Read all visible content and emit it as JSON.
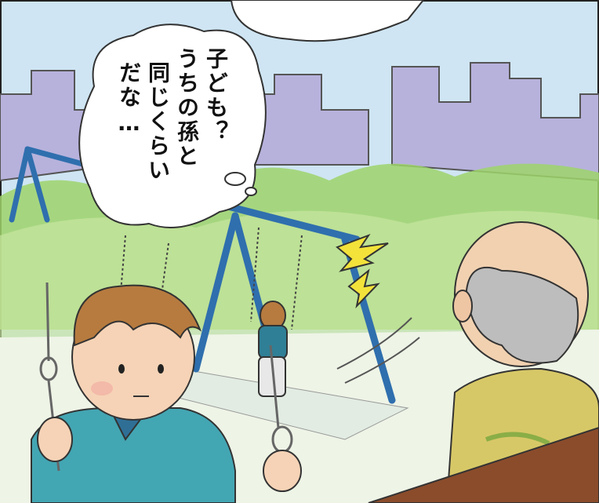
{
  "panel": {
    "speech_bubble": {
      "lines": [
        "子ども？",
        "うちの孫と",
        "同じくらい",
        "だな…"
      ]
    },
    "sound_effects": {
      "creak_marks": "⚡"
    },
    "colors": {
      "sky": "#cfe5f3",
      "buildings": "#b7b2dc",
      "bushes": "#9ed36a",
      "swing_frame": "#2f6fae",
      "boy_shirt": "#43a6b3",
      "boy_hair": "#b77b3f",
      "old_man_shirt": "#d7c867",
      "bench": "#8b4c2b"
    }
  }
}
